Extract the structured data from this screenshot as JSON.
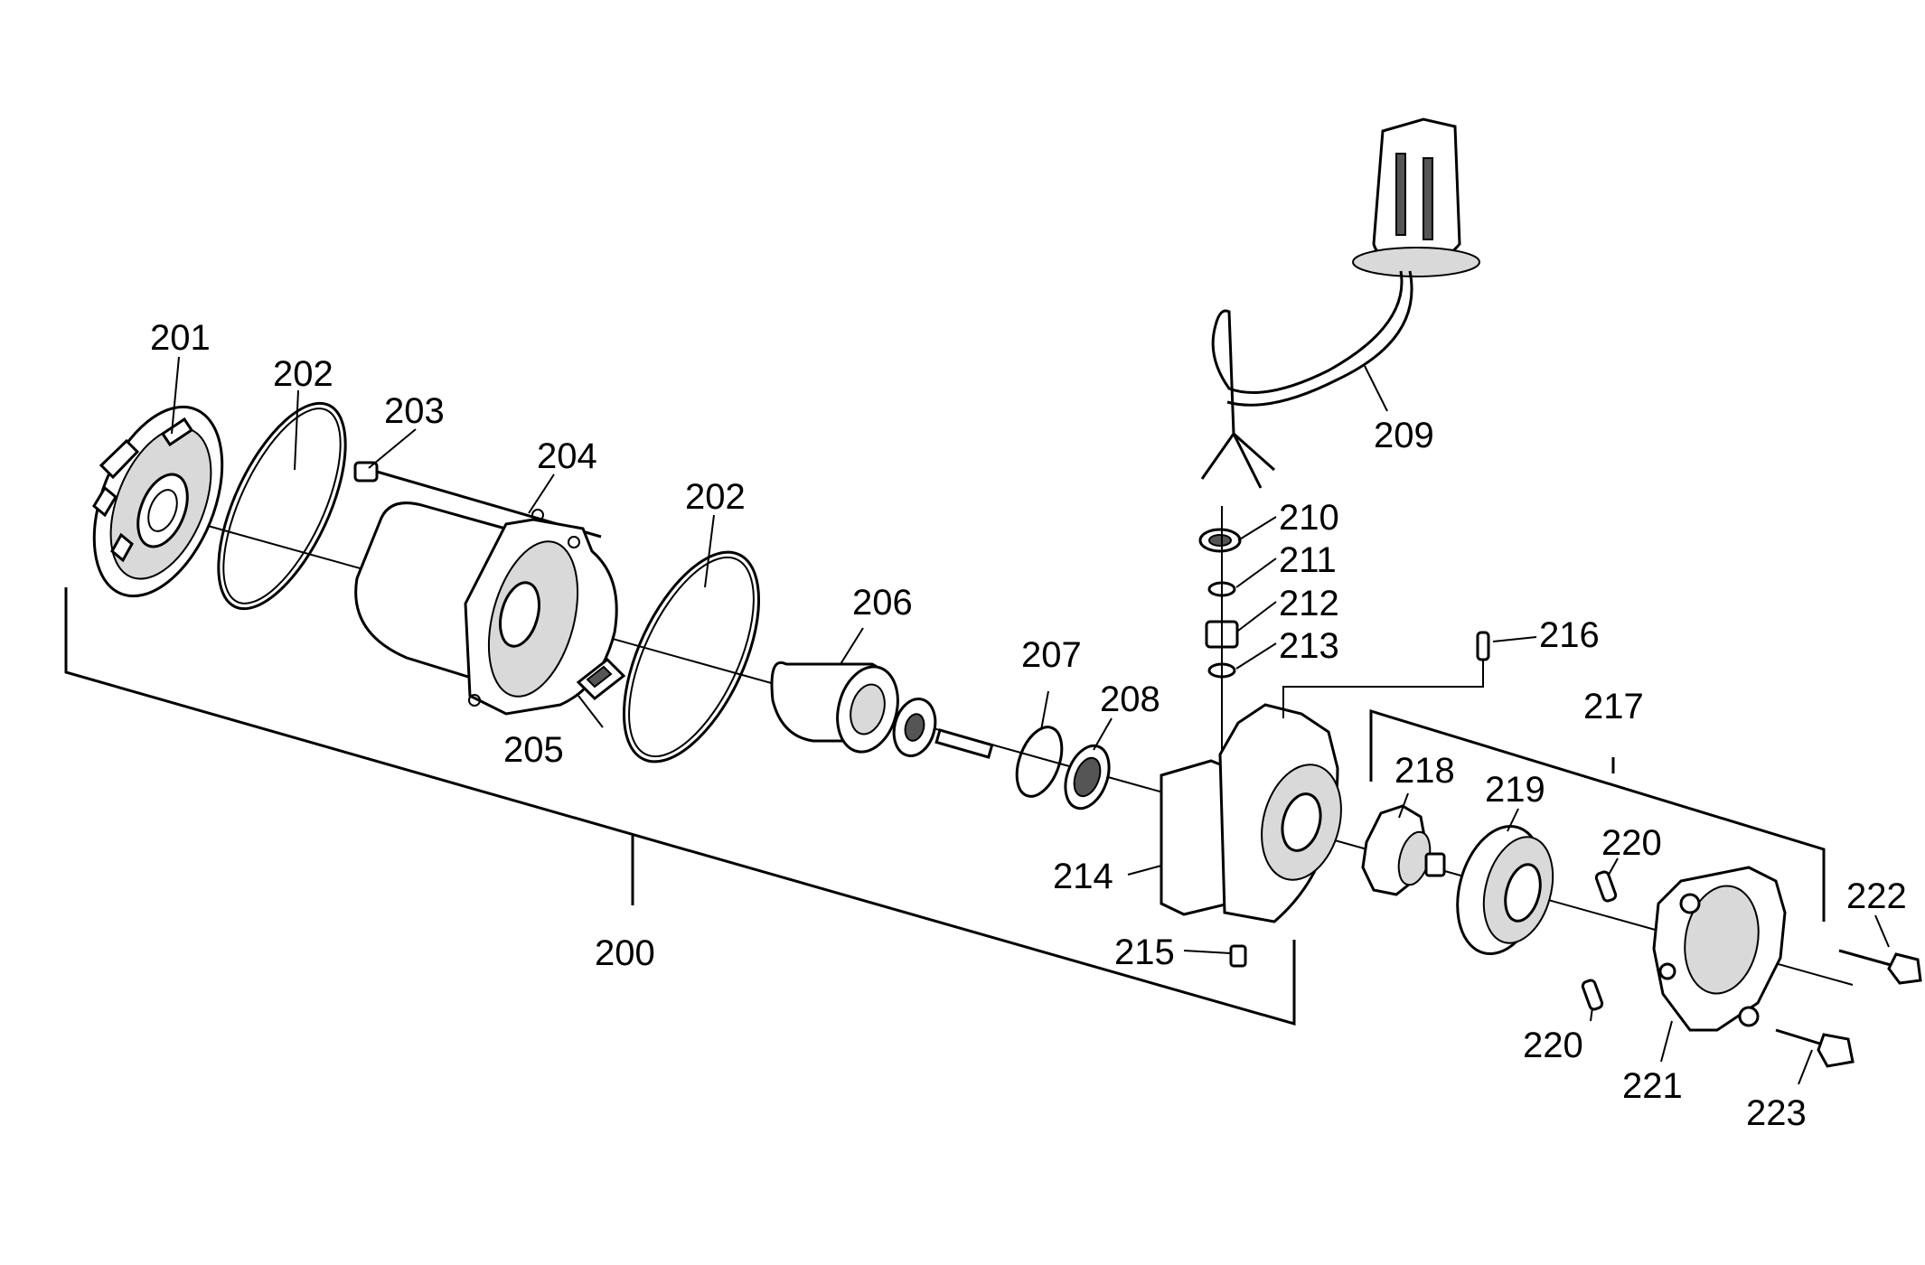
{
  "diagram": {
    "type": "exploded-parts-view",
    "callouts": {
      "c200": "200",
      "c201": "201",
      "c202a": "202",
      "c202b": "202",
      "c203": "203",
      "c204": "204",
      "c205": "205",
      "c206": "206",
      "c207": "207",
      "c208": "208",
      "c209": "209",
      "c210": "210",
      "c211": "211",
      "c212": "212",
      "c213": "213",
      "c214": "214",
      "c215": "215",
      "c216": "216",
      "c217": "217",
      "c218": "218",
      "c219": "219",
      "c220a": "220",
      "c220b": "220",
      "c221": "221",
      "c222": "222",
      "c223": "223"
    }
  }
}
